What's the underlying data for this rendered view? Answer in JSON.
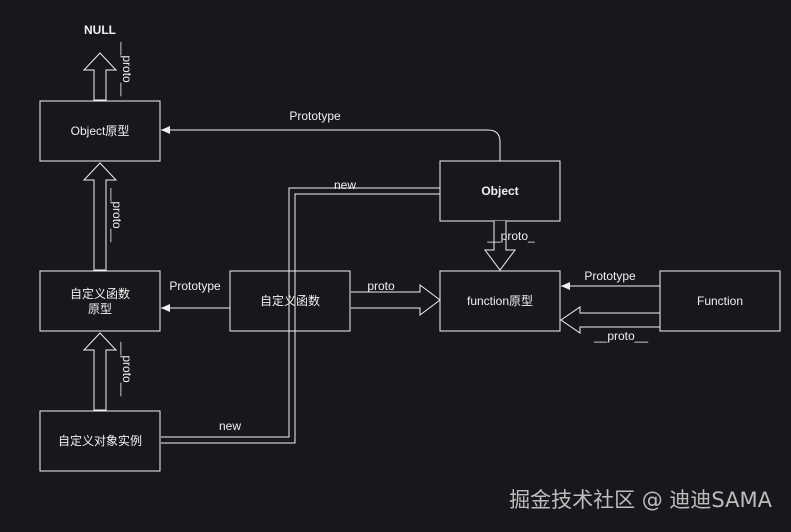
{
  "diagram": {
    "nodes": {
      "null_label": "NULL",
      "object_prototype": "Object原型",
      "custom_function_prototype_line1": "自定义函数",
      "custom_function_prototype_line2": "原型",
      "custom_function": "自定义函数",
      "custom_object_instance": "自定义对象实例",
      "object": "Object",
      "function_prototype": "function原型",
      "function": "Function"
    },
    "edges": {
      "proto_to_null": "__proto__",
      "proto_custom_prototype_to_object_prototype": "__proto__",
      "proto_instance_to_custom_prototype": "__proto__",
      "prototype_object_to_object_prototype": "Prototype",
      "new_object_to_instance": "new",
      "new_custom_function_to_instance": "new",
      "prototype_custom_function": "Prototype",
      "proto_custom_function_to_function_prototype": "__proto__",
      "proto_object_to_function_prototype": "__proto_",
      "prototype_function_to_function_prototype": "Prototype",
      "proto_function_to_function_prototype": "__proto__"
    }
  },
  "watermark": "掘金技术社区 @ 迪迪SAMA"
}
